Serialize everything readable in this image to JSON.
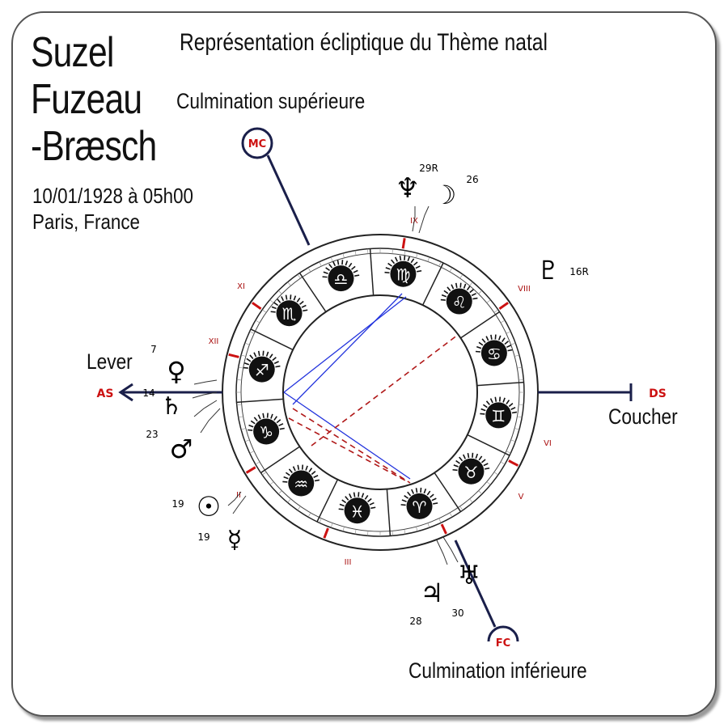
{
  "header": {
    "name_line1": "Suzel",
    "name_line2": "Fuzeau",
    "name_line3": "-Bræsch",
    "birth": "10/01/1928 à 05h00",
    "place": "Paris, France",
    "title": "Représentation écliptique du Thème natal"
  },
  "labels": {
    "upper_culmination": "Culmination supérieure",
    "lower_culmination": "Culmination inférieure",
    "rising": "Lever",
    "setting": "Coucher"
  },
  "angles": {
    "as": "AS",
    "ds": "DS",
    "mc": "MC",
    "fc": "FC"
  },
  "houses": [
    "II",
    "III",
    "V",
    "VI",
    "VIII",
    "IX",
    "XI",
    "XII"
  ],
  "signs": [
    {
      "name": "sagittarius",
      "glyph": "♐"
    },
    {
      "name": "scorpio",
      "glyph": "♏"
    },
    {
      "name": "libra",
      "glyph": "♎"
    },
    {
      "name": "virgo",
      "glyph": "♍"
    },
    {
      "name": "leo",
      "glyph": "♌"
    },
    {
      "name": "cancer",
      "glyph": "♋"
    },
    {
      "name": "gemini",
      "glyph": "♊"
    },
    {
      "name": "taurus",
      "glyph": "♉"
    },
    {
      "name": "aries",
      "glyph": "♈"
    },
    {
      "name": "pisces",
      "glyph": "♓"
    },
    {
      "name": "aquarius",
      "glyph": "♒"
    },
    {
      "name": "capricorn",
      "glyph": "♑"
    }
  ],
  "planets": [
    {
      "name": "neptune",
      "glyph": "♆",
      "degree": "29R"
    },
    {
      "name": "moon",
      "glyph": "☽",
      "degree": "26"
    },
    {
      "name": "pluto",
      "glyph": "♇",
      "degree": "16R"
    },
    {
      "name": "venus",
      "glyph": "♀",
      "degree": "7"
    },
    {
      "name": "saturn",
      "glyph": "♄",
      "degree": "14"
    },
    {
      "name": "mars",
      "glyph": "♂",
      "degree": "23"
    },
    {
      "name": "sun",
      "glyph": "☉",
      "degree": "19"
    },
    {
      "name": "mercury",
      "glyph": "☿",
      "degree": "19"
    },
    {
      "name": "uranus",
      "glyph": "♅",
      "degree": "30"
    },
    {
      "name": "jupiter",
      "glyph": "♃",
      "degree": "28"
    }
  ],
  "colors": {
    "axis": "#1a1f4a",
    "house_accent": "#cc1111",
    "aspect_blue": "#2233dd",
    "aspect_red": "#b01818"
  }
}
